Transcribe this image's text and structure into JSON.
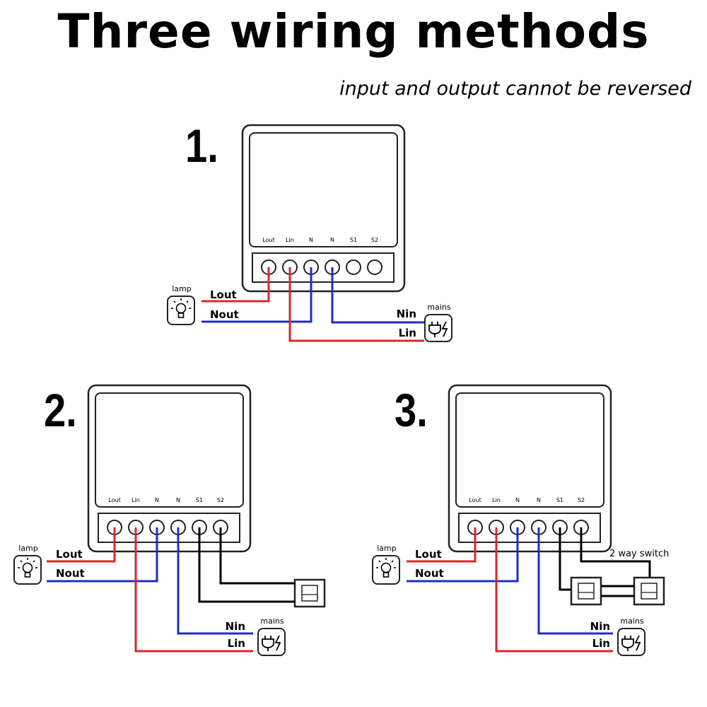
{
  "title": "Three wiring methods",
  "subtitle": "input and output cannot be reversed",
  "colors": {
    "live": "#d8282b",
    "neutral": "#1f2cc6",
    "switch_wire": "#000000",
    "outline": "#222222"
  },
  "terminals": [
    "Lout",
    "Lin",
    "N",
    "N",
    "S1",
    "S2"
  ],
  "lamp_label": "lamp",
  "mains_label": "mains",
  "lamp_icon": "lightbulb-icon",
  "mains_icon": "plug-icon",
  "switch_icon": "wall-switch-icon",
  "methods": [
    {
      "number": "1.",
      "wires": {
        "lout": "Lout",
        "nout": "Nout",
        "nin": "Nin",
        "lin": "Lin"
      }
    },
    {
      "number": "2.",
      "wires": {
        "lout": "Lout",
        "nout": "Nout",
        "nin": "Nin",
        "lin": "Lin"
      }
    },
    {
      "number": "3.",
      "wires": {
        "lout": "Lout",
        "nout": "Nout",
        "nin": "Nin",
        "lin": "Lin"
      },
      "switch_label": "2 way switch"
    }
  ]
}
